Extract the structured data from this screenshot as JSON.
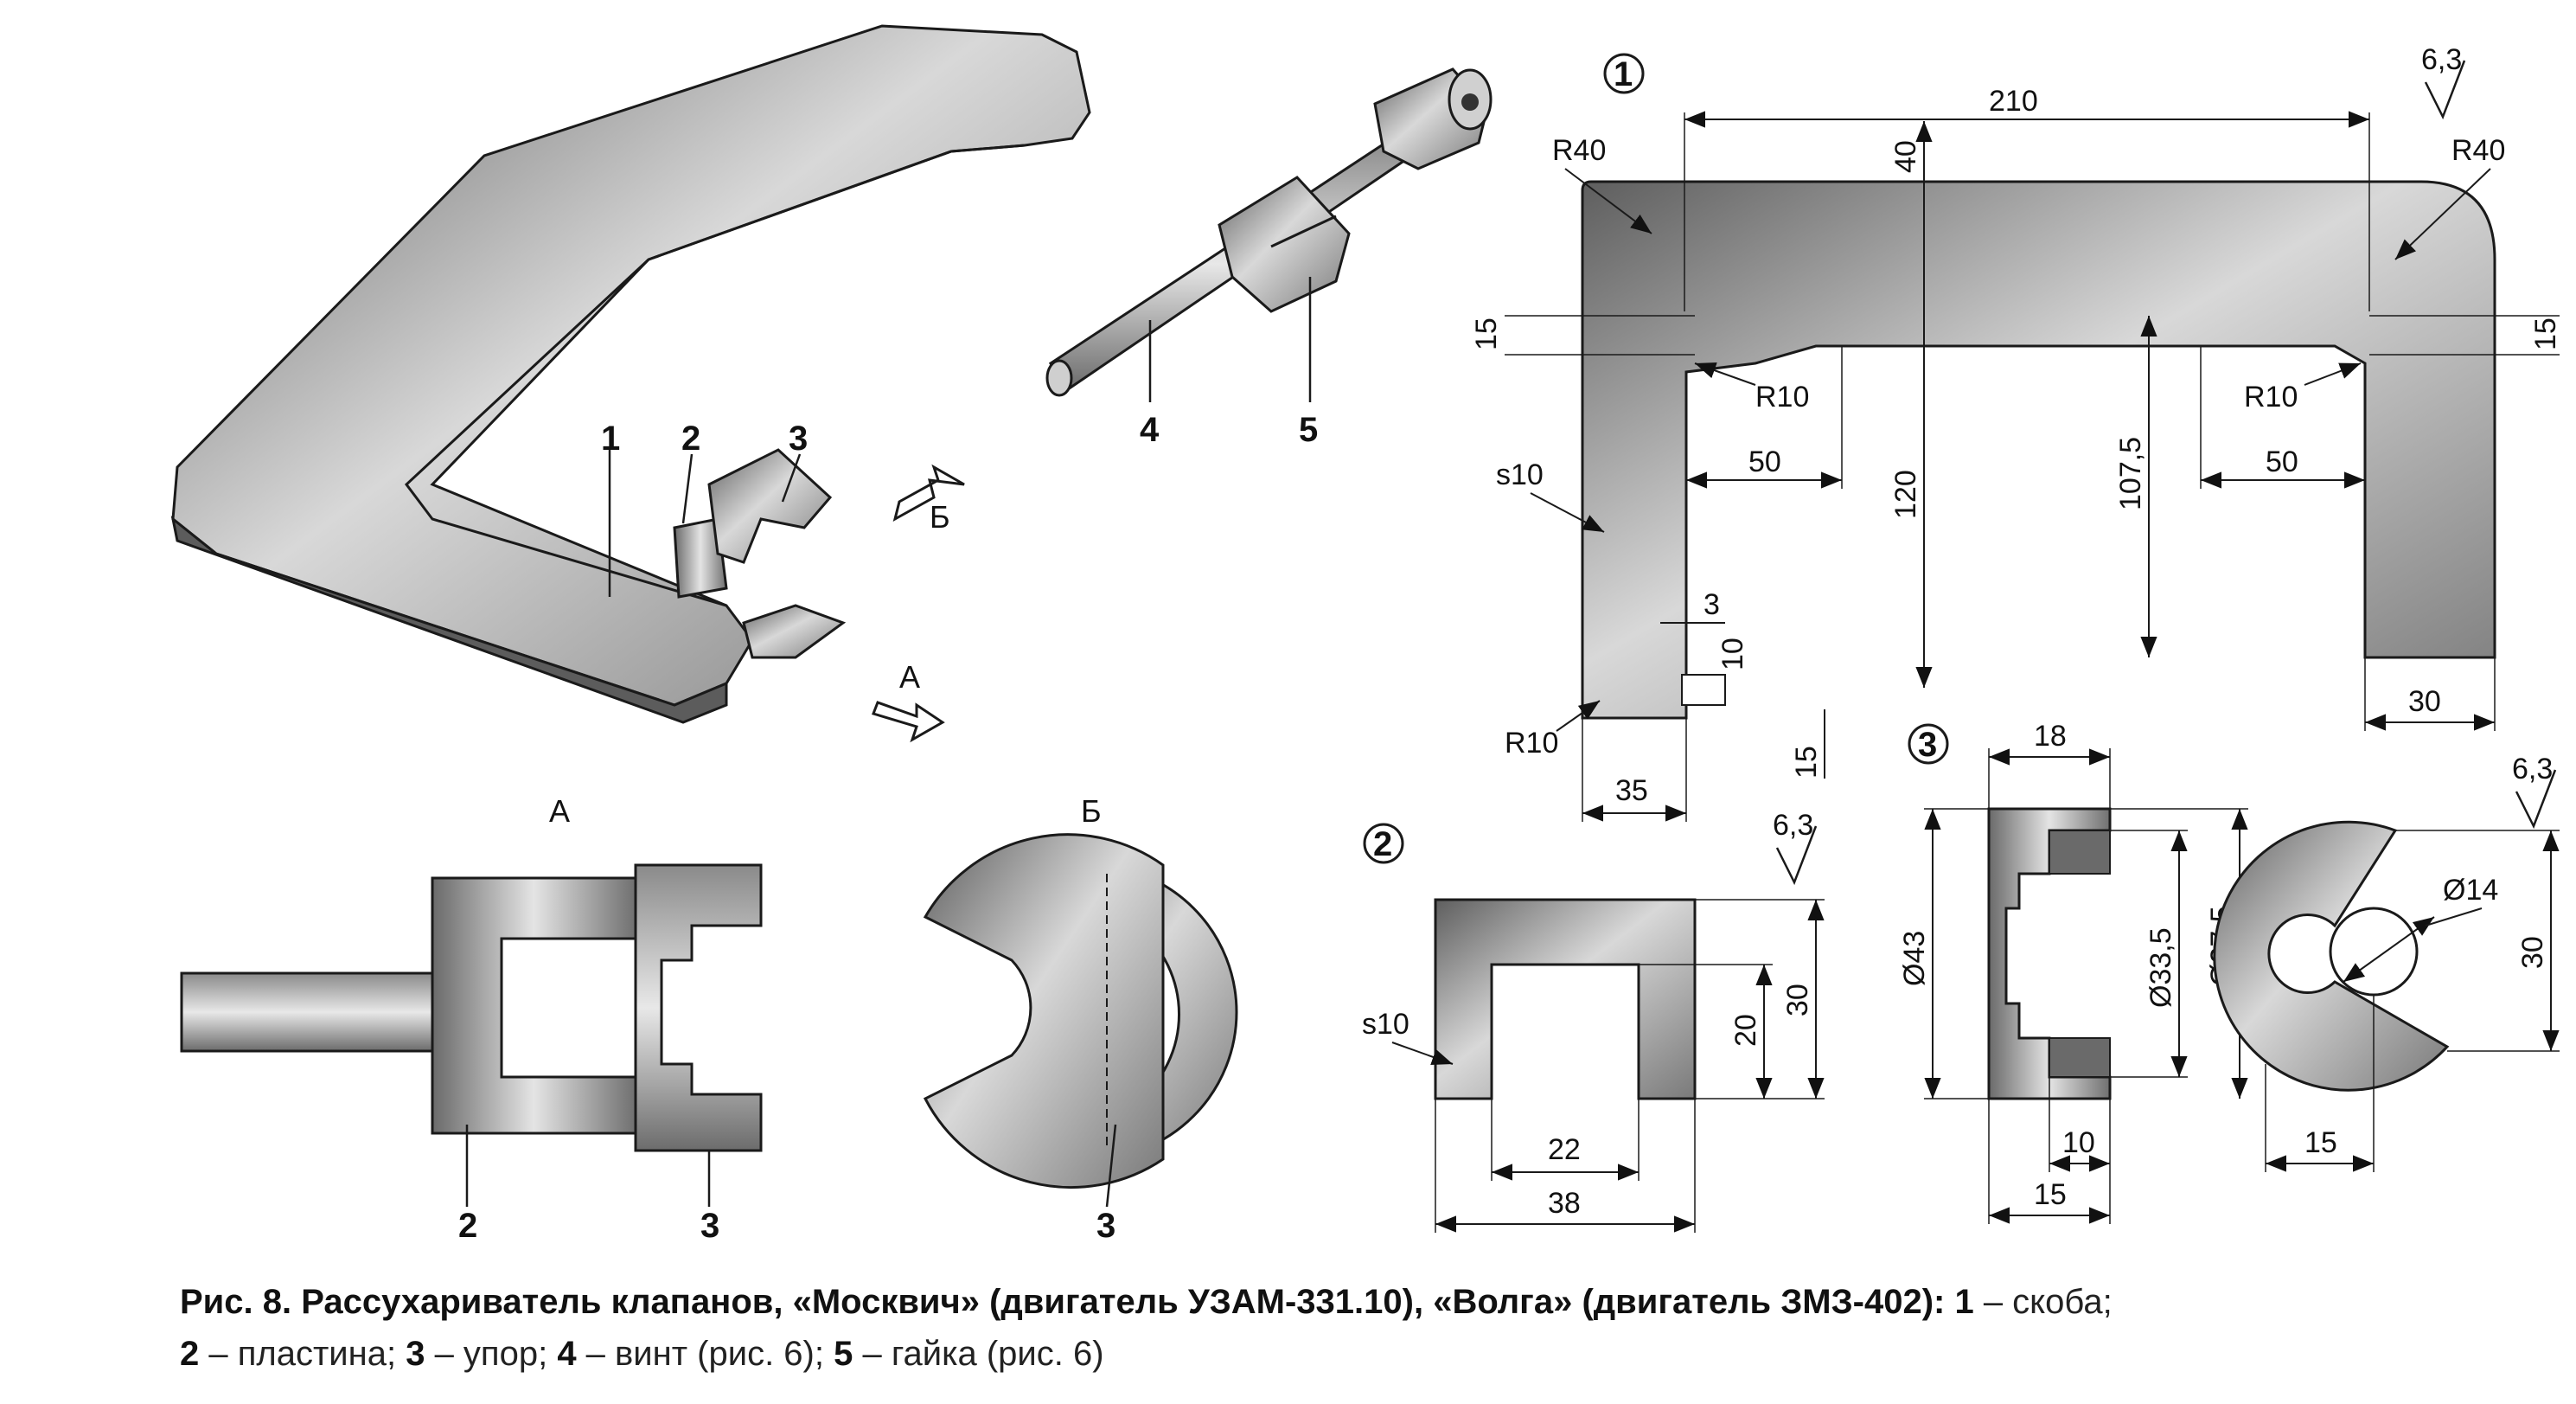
{
  "colors": {
    "metal_dark": "#6e6e6e",
    "metal_mid": "#a8a8a8",
    "metal_light": "#e6e6e6",
    "line": "#1a1a1a"
  },
  "part_numbers": {
    "p1": "1",
    "p2": "2",
    "p3": "3",
    "p4": "4",
    "p5": "5"
  },
  "views": {
    "A": "А",
    "B": "Б"
  },
  "detail1": {
    "num": "1",
    "roughness": "6,3",
    "dims": {
      "d210": "210",
      "d40": "40",
      "r40_left": "R40",
      "r40_right": "R40",
      "d15_left": "15",
      "d15_right": "15",
      "r10_left": "R10",
      "r10_right": "R10",
      "d50_left": "50",
      "d50_right": "50",
      "d120": "120",
      "d107_5": "107,5",
      "s10": "s10",
      "d3": "3",
      "d10": "10",
      "d15_bottom": "15",
      "r10_bottom": "R10",
      "d35": "35",
      "d30": "30"
    }
  },
  "detail2": {
    "num": "2",
    "roughness": "6,3",
    "dims": {
      "s10": "s10",
      "d30": "30",
      "d20": "20",
      "d22": "22",
      "d38": "38"
    }
  },
  "detail3": {
    "num": "3",
    "roughness": "6,3",
    "dims": {
      "d18": "18",
      "d43": "Ø43",
      "d33_5": "Ø33,5",
      "d37_5": "Ø37,5",
      "d10": "10",
      "d15": "15",
      "d14": "Ø14",
      "d30": "30",
      "d15_side": "15"
    }
  },
  "caption": {
    "figure": "Рис. 8. Рассухариватель клапанов, «Москвич» (двигатель УЗАМ-331.10), «Волга» (двигатель ЗМЗ-402):",
    "n1": "1",
    "t1": " – скоба;",
    "n2": "2",
    "t2": " – пластина; ",
    "n3": "3",
    "t3": " – упор; ",
    "n4": "4",
    "t4": " – винт (рис. 6); ",
    "n5": "5",
    "t5": " – гайка (рис. 6)"
  }
}
